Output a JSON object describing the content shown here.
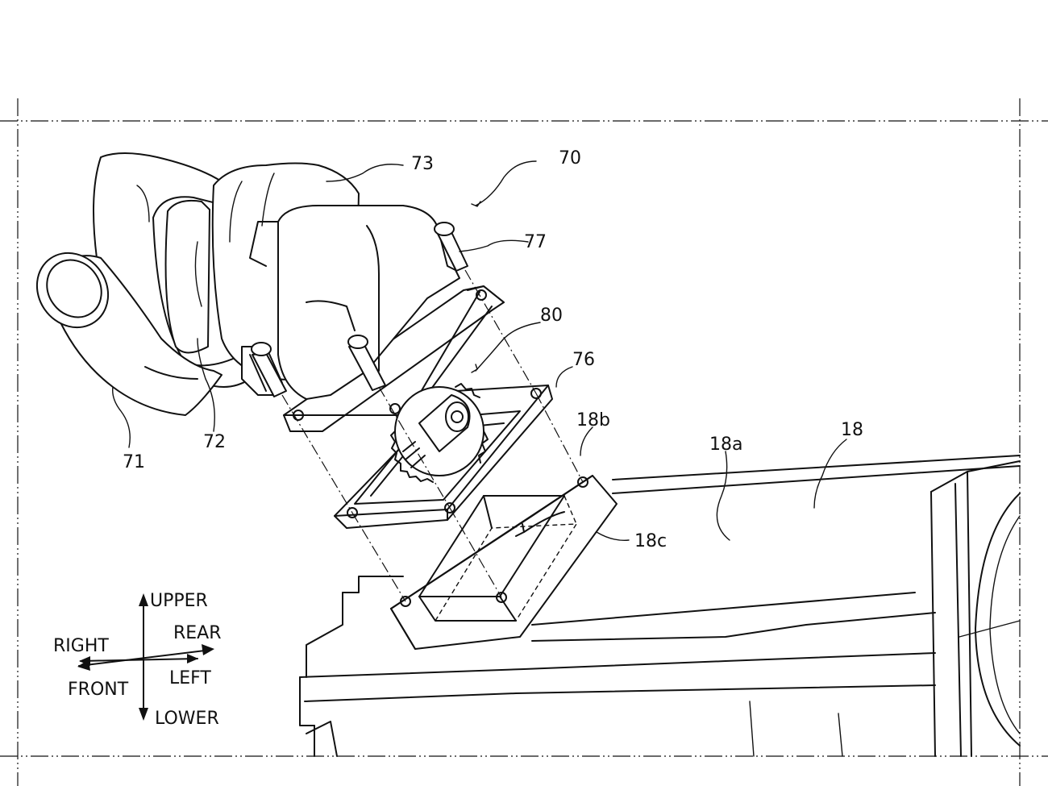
{
  "labels": {
    "l70": "70",
    "l71": "71",
    "l72": "72",
    "l73": "73",
    "l76": "76",
    "l77": "77",
    "l80": "80",
    "l18": "18",
    "l18a": "18a",
    "l18b": "18b",
    "l18c": "18c"
  },
  "directions": {
    "upper": "UPPER",
    "lower": "LOWER",
    "right": "RIGHT",
    "left": "LEFT",
    "front": "FRONT",
    "rear": "REAR"
  }
}
